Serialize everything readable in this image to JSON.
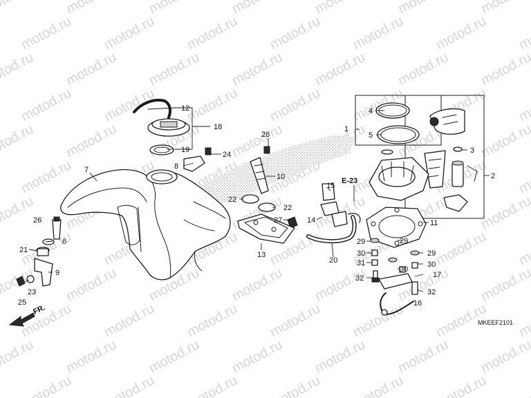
{
  "watermark_text": "motod.ru",
  "drawing_code": "MKEEF2101",
  "front_marker": "FR.",
  "reference": "E-23",
  "callouts": [
    {
      "id": "c1",
      "label": "1"
    },
    {
      "id": "c2",
      "label": "2"
    },
    {
      "id": "c3",
      "label": "3"
    },
    {
      "id": "c4",
      "label": "4"
    },
    {
      "id": "c5",
      "label": "5"
    },
    {
      "id": "c6",
      "label": "6"
    },
    {
      "id": "c7",
      "label": "7"
    },
    {
      "id": "c8",
      "label": "8"
    },
    {
      "id": "c9",
      "label": "9"
    },
    {
      "id": "c10",
      "label": "10"
    },
    {
      "id": "c11",
      "label": "11"
    },
    {
      "id": "c12",
      "label": "12"
    },
    {
      "id": "c13",
      "label": "13"
    },
    {
      "id": "c14",
      "label": "14"
    },
    {
      "id": "c15",
      "label": "15"
    },
    {
      "id": "c16",
      "label": "16"
    },
    {
      "id": "c17",
      "label": "17"
    },
    {
      "id": "c18",
      "label": "18"
    },
    {
      "id": "c19",
      "label": "19"
    },
    {
      "id": "c20",
      "label": "20"
    },
    {
      "id": "c21",
      "label": "21"
    },
    {
      "id": "c22a",
      "label": "22"
    },
    {
      "id": "c22b",
      "label": "22"
    },
    {
      "id": "c23",
      "label": "23"
    },
    {
      "id": "c24",
      "label": "24"
    },
    {
      "id": "c25",
      "label": "25"
    },
    {
      "id": "c26",
      "label": "26"
    },
    {
      "id": "c27",
      "label": "27"
    },
    {
      "id": "c28",
      "label": "28"
    },
    {
      "id": "c29a",
      "label": "29"
    },
    {
      "id": "c29b",
      "label": "29"
    },
    {
      "id": "c29c",
      "label": "29"
    },
    {
      "id": "c30a",
      "label": "30"
    },
    {
      "id": "c30b",
      "label": "30"
    },
    {
      "id": "c30c",
      "label": "30"
    },
    {
      "id": "c31",
      "label": "31"
    },
    {
      "id": "c32a",
      "label": "32"
    },
    {
      "id": "c32b",
      "label": "32"
    }
  ]
}
